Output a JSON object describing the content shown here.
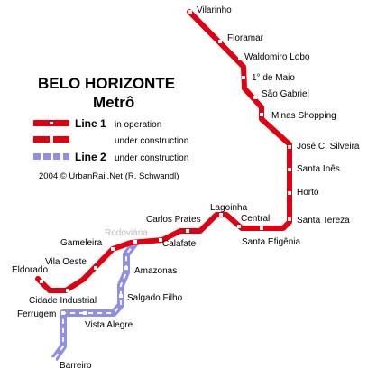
{
  "map": {
    "title": "BELO HORIZONTE",
    "subtitle": "Metrô",
    "legend": [
      {
        "line": "Line 1",
        "status": "in operation",
        "style": "solid",
        "color": "#e0000f"
      },
      {
        "line": "",
        "status": "under construction",
        "style": "dashed",
        "color": "#e0000f"
      },
      {
        "line": "Line 2",
        "status": "under construction",
        "style": "dashed",
        "color": "#8f8fe8"
      }
    ],
    "credit": "2004 © UrbanRail.Net (R. Schwandl)",
    "colors": {
      "line1": "#e0000f",
      "line2": "#8f8fe8",
      "station_dot": "#ffffff",
      "future_station_label": "#bdbdbd"
    },
    "line1_stations": [
      "Vilarinho",
      "Floramar",
      "Waldomiro Lobo",
      "1° de Maio",
      "São Gabriel",
      "Minas Shopping",
      "José C. Silveira",
      "Santa Inês",
      "Horto",
      "Santa Tereza",
      "Santa Efigênia",
      "Central",
      "Lagoinha",
      "Carlos Prates",
      "Calafate",
      "Gameleira",
      "Vila Oeste",
      "Cidade Industrial",
      "Eldorado"
    ],
    "line2_stations": [
      "Rodoviária",
      "Amazonas",
      "Salgado Filho",
      "Vista Alegre",
      "Ferrugem",
      "Barreiro"
    ]
  }
}
